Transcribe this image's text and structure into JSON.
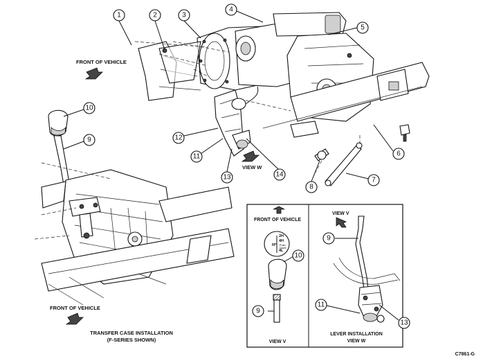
{
  "callouts": {
    "c1": "1",
    "c2": "2",
    "c3": "3",
    "c4": "4",
    "c5": "5",
    "c6": "6",
    "c7": "7",
    "c8": "8",
    "c9": "9",
    "c10": "10",
    "c11": "11",
    "c12": "12",
    "c13": "13",
    "c14": "14",
    "c9b": "9",
    "c10b": "10",
    "c9c": "9",
    "c11b": "11",
    "c13b": "13"
  },
  "labels": {
    "front_of_vehicle_top": "FRONT OF VEHICLE",
    "front_of_vehicle_bottom": "FRONT OF VEHICLE",
    "view_w_pointer": "VIEW W",
    "transfer_case_line1": "TRANSFER CASE INSTALLATION",
    "transfer_case_line2": "(F-SERIES SHOWN)",
    "inset_front_of_vehicle": "FRONT OF VEHICLE",
    "inset_view_v_caption": "VIEW V",
    "inset_view_v_pointer": "VIEW V",
    "lever_install_line1": "LEVER INSTALLATION",
    "lever_install_line2": "VIEW W",
    "figure_code": "C7861-G"
  },
  "shift_pattern": {
    "p1": "2H",
    "p2": "4H",
    "p3": "N",
    "p4": "4L",
    "p5": "Push",
    "p6": "Down"
  }
}
